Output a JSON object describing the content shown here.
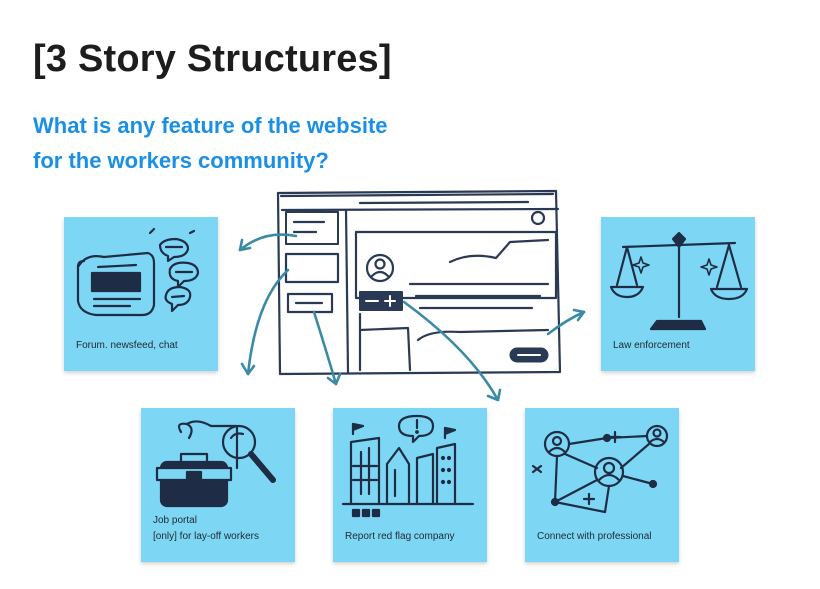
{
  "title": "[3 Story Structures]",
  "subtitle": {
    "line1": "What is any feature of the website",
    "line2": "for the workers community?"
  },
  "cards": {
    "forum": {
      "label": "Forum. newsfeed, chat",
      "icon": "newspaper-chat-icon"
    },
    "law": {
      "label": "Law enforcement",
      "icon": "scales-icon"
    },
    "job": {
      "label_line1": "Job portal",
      "label_line2": "[only] for lay-off workers",
      "icon": "briefcase-search-icon"
    },
    "report": {
      "label": "Report red flag company",
      "icon": "city-flag-icon"
    },
    "connect": {
      "label": "Connect with professional",
      "icon": "network-people-icon"
    }
  },
  "colors": {
    "card": "#7dd6f3",
    "accent_text": "#1a8fe6",
    "sketch_ink": "#2a3a55",
    "arrow_teal": "#3a8aa6"
  }
}
